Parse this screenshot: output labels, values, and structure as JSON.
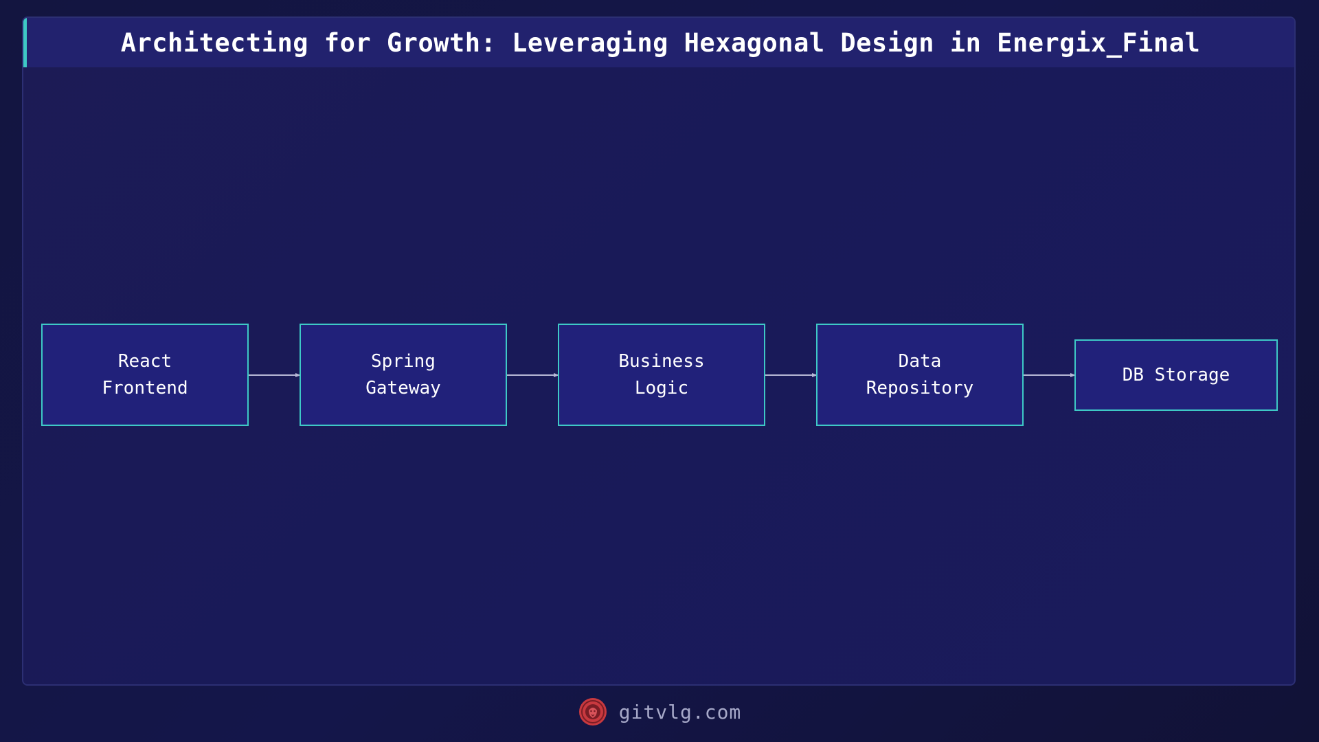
{
  "title": "Architecting for Growth: Leveraging Hexagonal Design in Energix_Final",
  "nodes": [
    {
      "id": "react-frontend",
      "label": "React\nFrontend"
    },
    {
      "id": "spring-gateway",
      "label": "Spring\nGateway"
    },
    {
      "id": "business-logic",
      "label": "Business\nLogic"
    },
    {
      "id": "data-repository",
      "label": "Data\nRepository"
    },
    {
      "id": "db-storage",
      "label": "DB Storage"
    }
  ],
  "edges": [
    {
      "from": "react-frontend",
      "to": "spring-gateway"
    },
    {
      "from": "spring-gateway",
      "to": "business-logic"
    },
    {
      "from": "business-logic",
      "to": "data-repository"
    },
    {
      "from": "data-repository",
      "to": "db-storage"
    }
  ],
  "footer": {
    "site": "gitvlg.com",
    "logo_icon": "lion-logo-icon"
  },
  "colors": {
    "node_border": "#3ec9c6",
    "node_fill": "#21217a",
    "title_bar": "#22226e",
    "accent": "#3ec9c6",
    "edge": "#b8b9d6",
    "logo": "#c8393f"
  }
}
